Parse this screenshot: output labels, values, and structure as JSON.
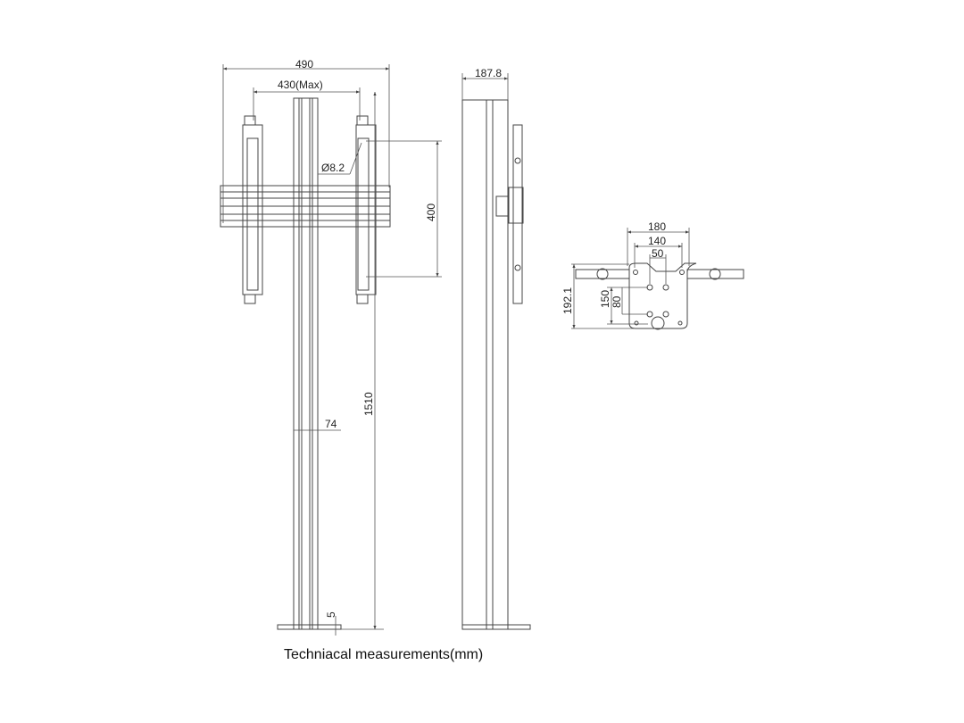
{
  "caption": "Techniacal measurements(mm)",
  "front_view": {
    "width_overall": "490",
    "width_max": "430(Max)",
    "hole_diameter": "Ø8.2",
    "vertical_spacing": "400",
    "height": "1510",
    "column_width": "74",
    "base_thickness": "5"
  },
  "side_view": {
    "depth": "187.8"
  },
  "plate_view": {
    "width_180": "180",
    "width_140": "140",
    "width_50": "50",
    "height_192": "192.1",
    "height_150": "150",
    "height_80": "80"
  },
  "colors": {
    "line": "#333333",
    "dim": "#555555"
  }
}
